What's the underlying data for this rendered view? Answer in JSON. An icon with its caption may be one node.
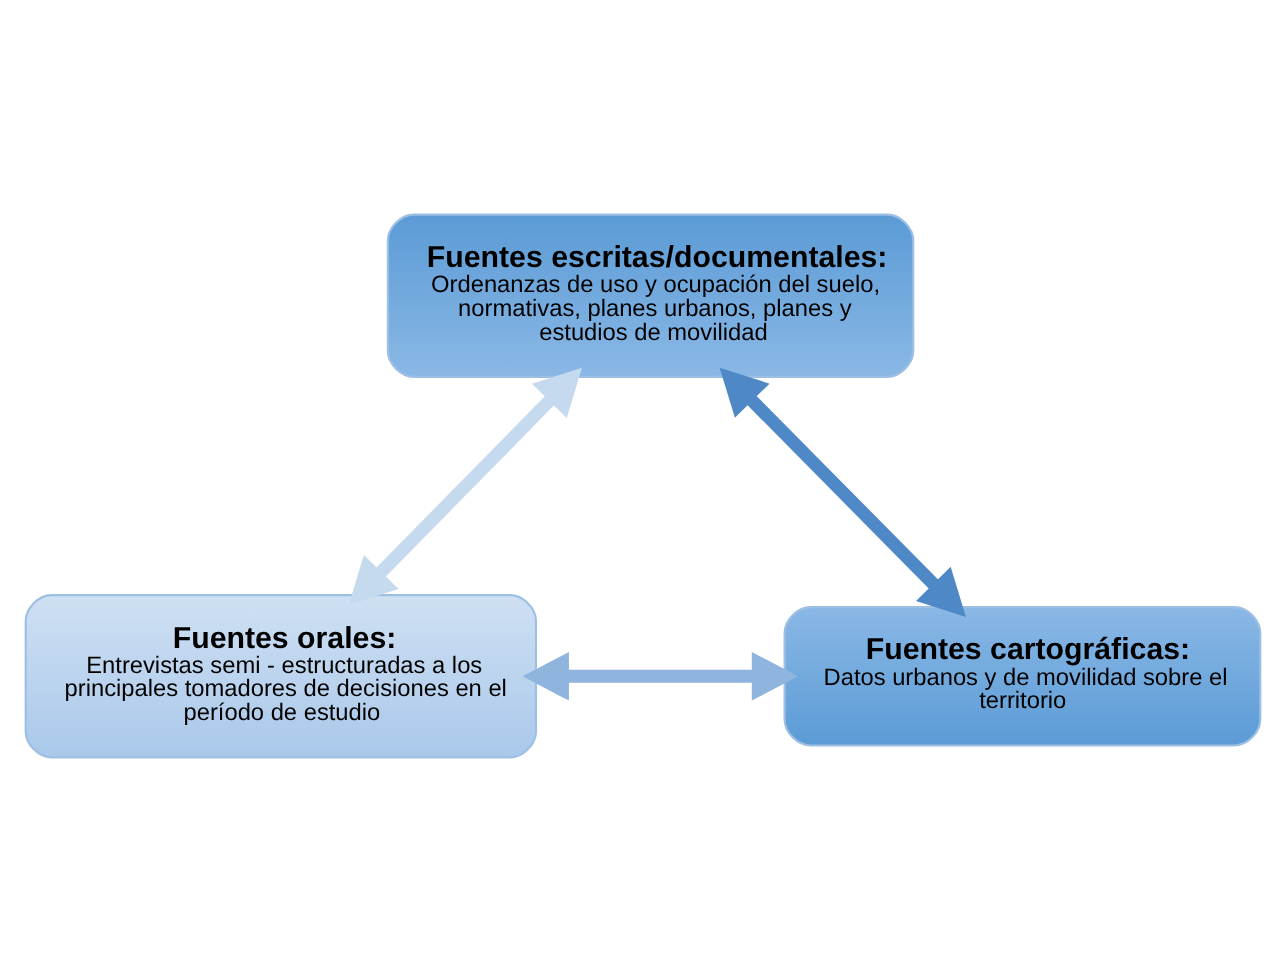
{
  "diagram": {
    "nodes": [
      {
        "text": [
          "Fuentes escritas/documentales:",
          "Ordenanzas de uso y ocupación del suelo, normativas, planes urbanos, planes y estudios de movilidad"
        ]
      },
      {
        "text": [
          "Fuentes orales:",
          "Entrevistas semi - estructuradas a los principales tomadores de decisiones en el período de estudio"
        ]
      },
      {
        "text": [
          "Fuentes cartográficas:",
          "Datos urbanos y de movilidad sobre el territorio"
        ]
      }
    ],
    "edges": [
      {
        "from": 1,
        "to": 0,
        "arrow": "both",
        "color": "#c5d9ef"
      },
      {
        "from": 0,
        "to": 2,
        "arrow": "both",
        "color": "#4f88c6"
      },
      {
        "from": 1,
        "to": 2,
        "arrow": "both",
        "color": "#8fb4dd"
      }
    ]
  }
}
